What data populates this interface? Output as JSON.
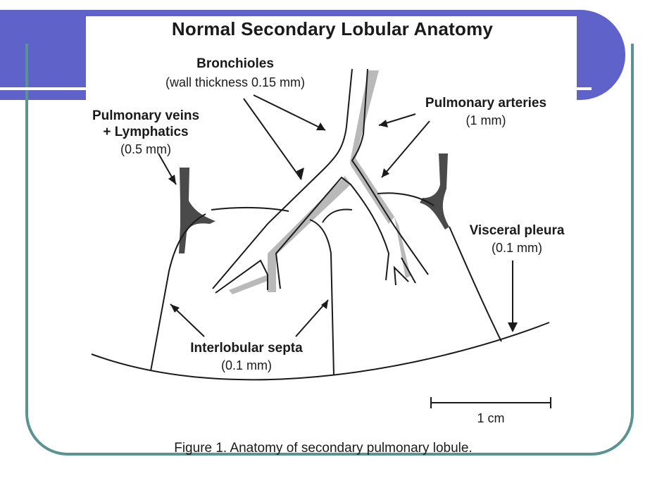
{
  "title": "Normal Secondary Lobular Anatomy",
  "labels": {
    "bronchioles": "Bronchioles",
    "bronchioles_detail": "(wall thickness 0.15 mm)",
    "pulmonary_arteries": "Pulmonary arteries",
    "pulmonary_arteries_detail": "(1 mm)",
    "pulmonary_veins": "Pulmonary veins",
    "lymphatics": "+ Lymphatics",
    "pulmonary_veins_detail": "(0.5 mm)",
    "visceral_pleura": "Visceral pleura",
    "visceral_pleura_detail": "(0.1 mm)",
    "interlobular_septa": "Interlobular septa",
    "interlobular_septa_detail": "(0.1 mm)"
  },
  "scale_bar": {
    "label": "1 cm"
  },
  "caption": "Figure 1. Anatomy of secondary pulmonary lobule.",
  "colors": {
    "banner": "#5f63c9",
    "frame": "#5a9492",
    "artery": "#b9b9b9",
    "vein": "#4a4a4a",
    "line": "#1a1a1a"
  }
}
